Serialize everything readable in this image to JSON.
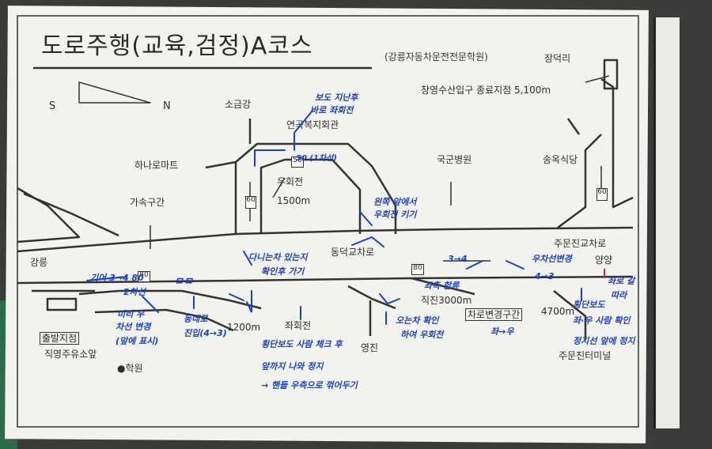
{
  "title": "도로주행(교육,검정)A코스",
  "academy": "(강릉자동차운전전문학원)",
  "compass": {
    "south": "S",
    "north": "N"
  },
  "end_point": "창영수산입구 종료지점 5,100m",
  "places": {
    "jangdeokri": "장덕리",
    "sogeumgang": "소금강",
    "welfare_hall": "연곡복지회관",
    "hanaro": "하나로마트",
    "accel_section": "가속구간",
    "right_turn": "우회전",
    "dist_1500": "1500m",
    "army_hospital": "국군병원",
    "songok": "송옥식당",
    "jumunjin_ic": "주문진교차로",
    "yangyang": "양양",
    "gangneung": "강릉",
    "dongdeok_ic": "동덕교차로",
    "straight_3000": "직진3000m",
    "lane_change_zone": "차로변경구간",
    "dist_4700": "4700m",
    "dist_1200": "1200m",
    "left_turn": "좌회전",
    "start_point": "출발지점",
    "gas_station": "직영주유소앞",
    "academy_dot": "●학원",
    "yeongjin": "영진",
    "terminal": "주문진터미널"
  },
  "speed_signs": [
    "50",
    "60",
    "80",
    "80",
    "60"
  ],
  "handwritten_notes": {
    "n1": "보도 지난후",
    "n2": "바로 좌회전",
    "n3": "50 (1차선)",
    "n4": "왼쪽 앞에서",
    "n5": "우회전 키기",
    "n6": "다니는차 있는지",
    "n7": "확인후 가기",
    "n8": "기어 3→4 80",
    "n9": "2차선",
    "n10": "ㅁㅁ",
    "n11": "미리 우",
    "n12": "차선 변경",
    "n13": "(앞에 표시)",
    "n14": "동네로",
    "n15": "진입(4→3)",
    "n16": "횡단보도 사람 체크 후",
    "n17": "앞까지 나와 정지",
    "n18": "→ 핸들 우측으로 꺾어두기",
    "n19": "3→4",
    "n20": "좌측 합류",
    "n21": "오는차 확인",
    "n22": "하여 우회전",
    "n23": "좌→우",
    "n24": "우차선변경",
    "n25": "4→3",
    "n26": "횡단보도",
    "n27": "좌·우 사람 확인",
    "n28": "정지선 앞에 정지",
    "n29": "좌로 갈",
    "n30": "따라"
  },
  "colors": {
    "ink": "#2d2d2d",
    "pen": "#1b3fc8",
    "paper": "#f2f2ef",
    "red_pen": "#d8203a"
  }
}
